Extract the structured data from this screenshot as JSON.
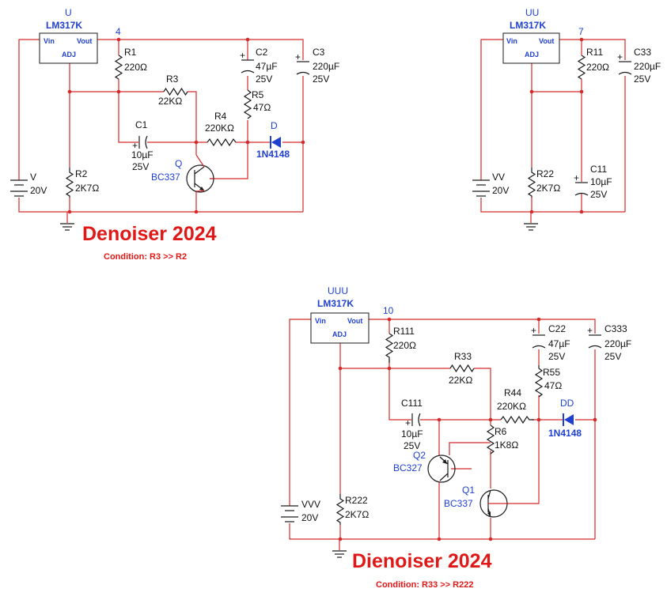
{
  "colors": {
    "wire": "#d42a2a",
    "label_blue": "#1f3fd0",
    "title_red": "#e01818"
  },
  "circuit1": {
    "reg": {
      "ref": "U",
      "part": "LM317K",
      "vin": "Vin",
      "vout": "Vout",
      "adj": "ADJ",
      "node": "4"
    },
    "r1": {
      "ref": "R1",
      "val": "220Ω"
    },
    "r2": {
      "ref": "R2",
      "val": "2K7Ω"
    },
    "r3": {
      "ref": "R3",
      "val": "22KΩ"
    },
    "r4": {
      "ref": "R4",
      "val": "220KΩ"
    },
    "r5": {
      "ref": "R5",
      "val": "47Ω"
    },
    "c1": {
      "ref": "C1",
      "val": "10µF",
      "volt": "25V"
    },
    "c2": {
      "ref": "C2",
      "val": "47µF",
      "volt": "25V"
    },
    "c3": {
      "ref": "C3",
      "val": "220µF",
      "volt": "25V"
    },
    "d": {
      "ref": "D",
      "part": "1N4148"
    },
    "q": {
      "ref": "Q",
      "part": "BC337"
    },
    "v": {
      "ref": "V",
      "val": "20V"
    },
    "title": "Denoiser 2024",
    "condition": "Condition: R3 >> R2"
  },
  "circuit2": {
    "reg": {
      "ref": "UU",
      "part": "LM317K",
      "vin": "Vin",
      "vout": "Vout",
      "adj": "ADJ",
      "node": "7"
    },
    "r11": {
      "ref": "R11",
      "val": "220Ω"
    },
    "r22": {
      "ref": "R22",
      "val": "2K7Ω"
    },
    "c11": {
      "ref": "C11",
      "val": "10µF",
      "volt": "25V"
    },
    "c33": {
      "ref": "C33",
      "val": "220µF",
      "volt": "25V"
    },
    "v": {
      "ref": "VV",
      "val": "20V"
    }
  },
  "circuit3": {
    "reg": {
      "ref": "UUU",
      "part": "LM317K",
      "vin": "Vin",
      "vout": "Vout",
      "adj": "ADJ",
      "node": "10"
    },
    "r111": {
      "ref": "R111",
      "val": "220Ω"
    },
    "r222": {
      "ref": "R222",
      "val": "2K7Ω"
    },
    "r33": {
      "ref": "R33",
      "val": "22KΩ"
    },
    "r44": {
      "ref": "R44",
      "val": "220KΩ"
    },
    "r55": {
      "ref": "R55",
      "val": "47Ω"
    },
    "r6": {
      "ref": "R6",
      "val": "1K8Ω"
    },
    "c111": {
      "ref": "C111",
      "val": "10µF",
      "volt": "25V"
    },
    "c22": {
      "ref": "C22",
      "val": "47µF",
      "volt": "25V"
    },
    "c333": {
      "ref": "C333",
      "val": "220µF",
      "volt": "25V"
    },
    "dd": {
      "ref": "DD",
      "part": "1N4148"
    },
    "q1": {
      "ref": "Q1",
      "part": "BC337"
    },
    "q2": {
      "ref": "Q2",
      "part": "BC327"
    },
    "v": {
      "ref": "VVV",
      "val": "20V"
    },
    "title": "Dienoiser 2024",
    "condition": "Condition: R33 >> R222"
  }
}
